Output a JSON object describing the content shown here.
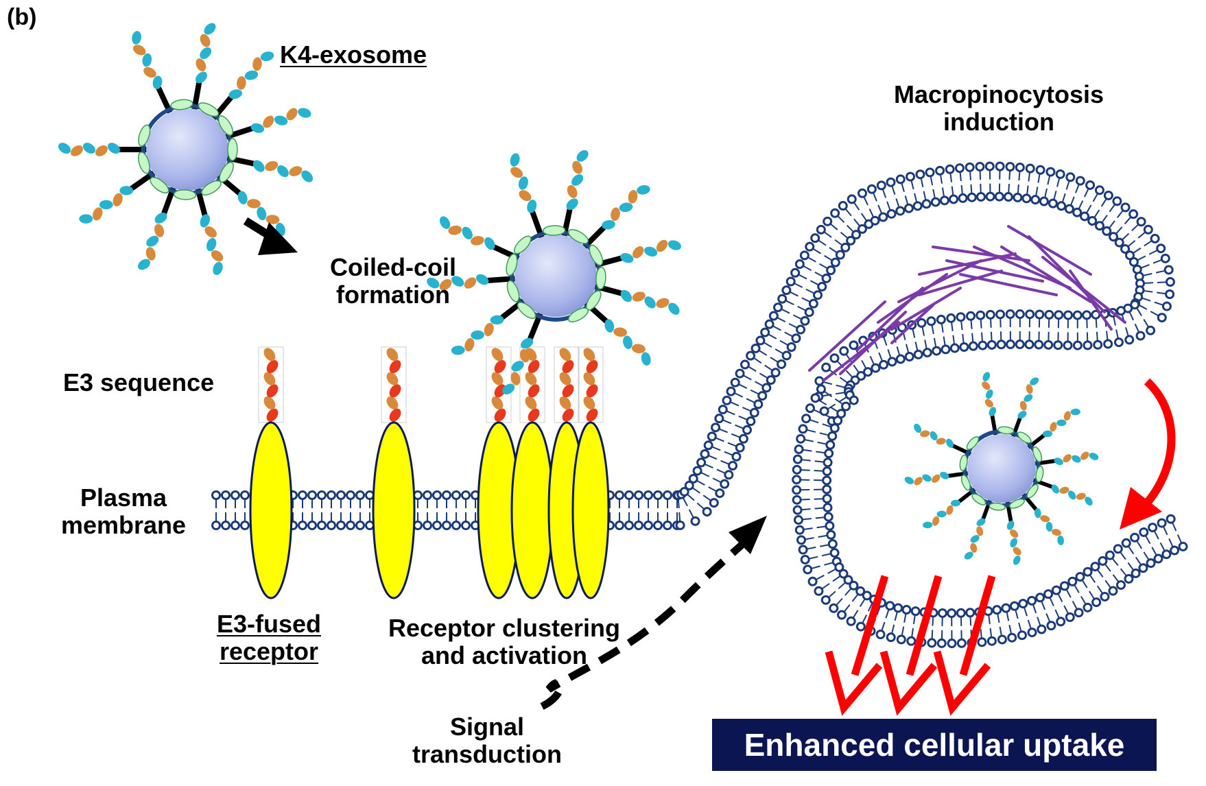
{
  "panel_label": "(b)",
  "labels": {
    "k4_exosome": "K4-exosome",
    "coiled_coil_line1": "Coiled-coil",
    "coiled_coil_line2": "formation",
    "e3_sequence": "E3 sequence",
    "plasma_membrane_line1": "Plasma",
    "plasma_membrane_line2": "membrane",
    "e3_fused_line1": "E3-fused",
    "e3_fused_line2": "receptor",
    "clustering_line1": "Receptor clustering",
    "clustering_line2": "and activation",
    "signal_line1": "Signal",
    "signal_line2": "transduction",
    "macro_line1": "Macropinocytosis",
    "macro_line2": "induction",
    "uptake": "Enhanced cellular uptake"
  },
  "colors": {
    "membrane": "#1a3a7a",
    "receptor_fill": "#ffff00",
    "receptor_stroke": "#0a1a5a",
    "helix_cyan": "#27b3cf",
    "helix_orange": "#d88a3a",
    "helix_red": "#e8381e",
    "green_protein": "#c6f5c6",
    "actin": "#7a3aa8",
    "arrow_red": "#ff0000",
    "banner": "#0a1552"
  }
}
